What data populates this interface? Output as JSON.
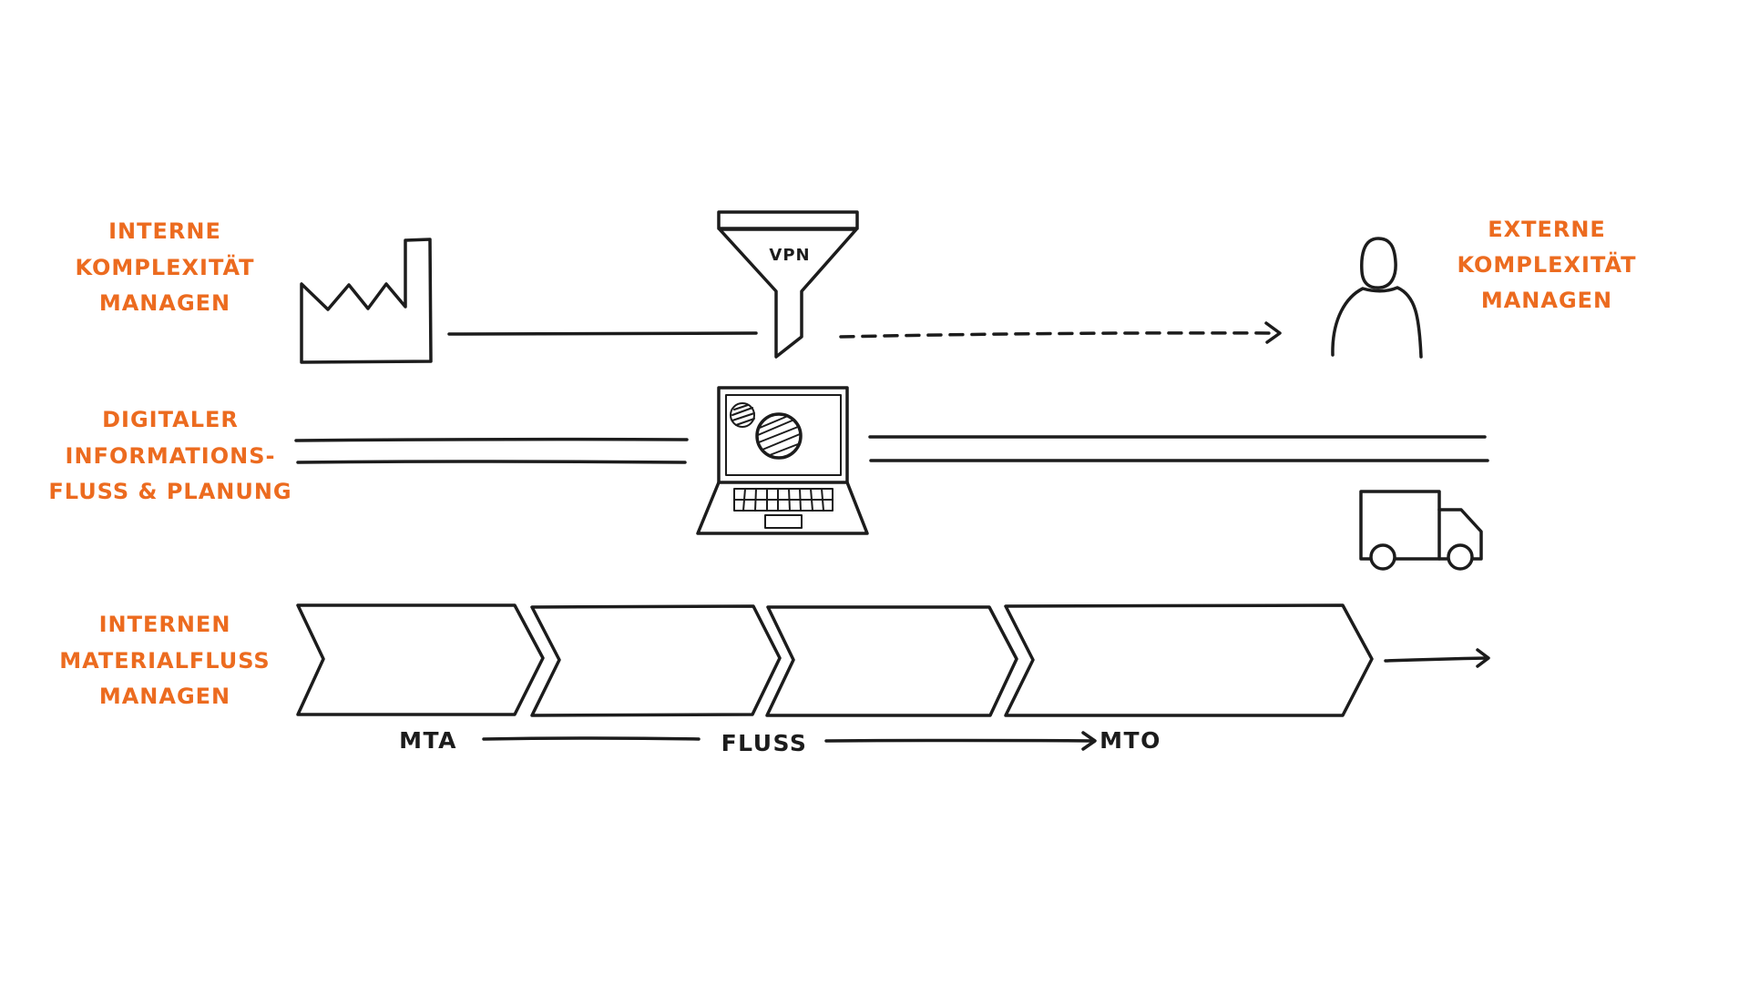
{
  "labels": {
    "internal_complexity": [
      "INTERNE",
      "KOMPLEXITÄT",
      "MANAGEN"
    ],
    "external_complexity": [
      "EXTERNE",
      "KOMPLEXITÄT",
      "MANAGEN"
    ],
    "digital_information": [
      "DIGITALER",
      "INFORMATIONS-",
      "FLUSS & PLANUNG"
    ],
    "internal_material": [
      "INTERNEN",
      "MATERIALFLUSS",
      "MANAGEN"
    ]
  },
  "funnel_label": "VPN",
  "axis": {
    "left": "MTA",
    "middle": "FLUSS",
    "right": "MTO"
  },
  "colors": {
    "accent": "#ec6b1f",
    "ink": "#1c1c1c",
    "background": "#ffffff"
  },
  "icons": [
    "factory-icon",
    "funnel-icon",
    "person-icon",
    "laptop-icon",
    "truck-icon",
    "process-chevron-icon",
    "arrow-icon"
  ]
}
